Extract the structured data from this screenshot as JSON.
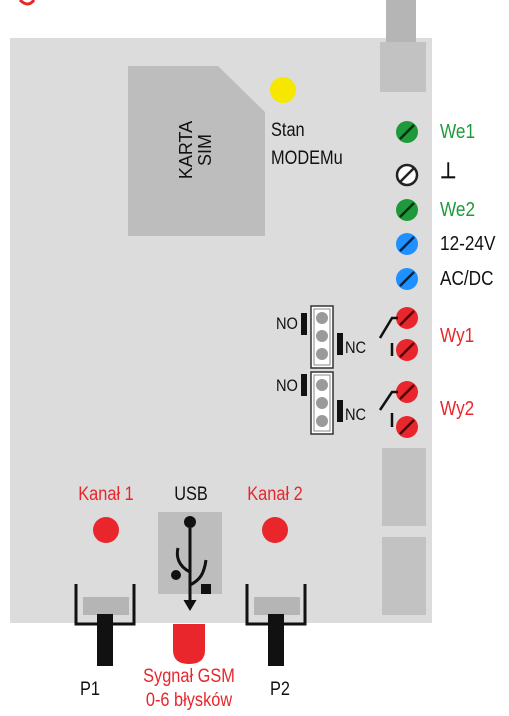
{
  "sim_card": {
    "label_line1": "KARTA",
    "label_line2": "SIM"
  },
  "modem_status": {
    "label_line1": "Stan",
    "label_line2": "MODEMu"
  },
  "terminals": {
    "we1": "We1",
    "ground": "⊥",
    "we2": "We2",
    "power_line1": "12-24V",
    "power_line2": "AC/DC",
    "wy1": "Wy1",
    "wy2": "Wy2"
  },
  "relays": {
    "relay1": {
      "no": "NO",
      "nc": "NC"
    },
    "relay2": {
      "no": "NO",
      "nc": "NC"
    }
  },
  "channels": {
    "channel1": "Kanał 1",
    "usb": "USB",
    "channel2": "Kanał 2"
  },
  "buttons": {
    "p1": "P1",
    "p2": "P2"
  },
  "gsm_signal": {
    "line1": "Sygnał GSM",
    "line2": "0-6 błysków"
  },
  "colors": {
    "board": "#dcdcdc",
    "sim": "#bdbdbd",
    "led_yellow": "#f7e600",
    "led_red": "#e8262b",
    "terminal_green": "#1f9a3a",
    "terminal_blue": "#1e90ff",
    "terminal_red": "#e8262b",
    "text_green": "#1f9a3a",
    "text_red": "#e8262b"
  }
}
